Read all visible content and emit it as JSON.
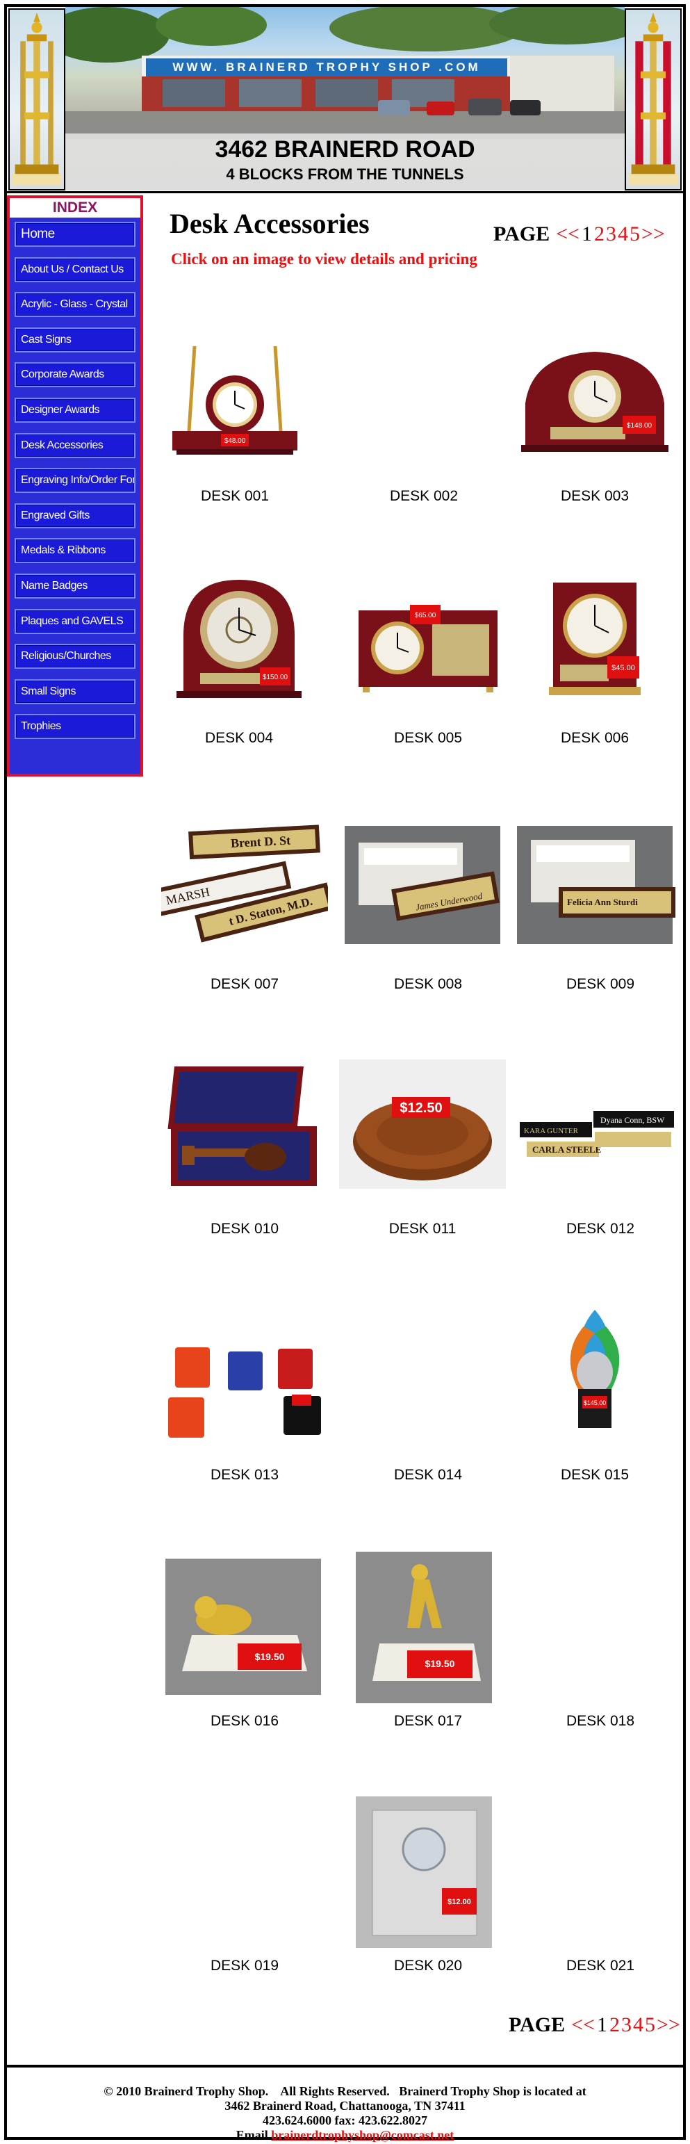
{
  "header": {
    "shop_sign": "WWW. BRAINERD TROPHY SHOP .COM",
    "address_line1": "3462 BRAINERD ROAD",
    "address_line2": "4 BLOCKS FROM THE TUNNELS"
  },
  "sidebar": {
    "title": "INDEX",
    "items": [
      {
        "label": "Home"
      },
      {
        "label": "About Us / Contact Us"
      },
      {
        "label": "Acrylic - Glass - Crystal"
      },
      {
        "label": "Cast Signs"
      },
      {
        "label": "Corporate Awards"
      },
      {
        "label": "Designer Awards"
      },
      {
        "label": "Desk Accessories"
      },
      {
        "label": "Engraving Info/Order Form"
      },
      {
        "label": "Engraved Gifts"
      },
      {
        "label": "Medals & Ribbons"
      },
      {
        "label": "Name Badges"
      },
      {
        "label": "Plaques and GAVELS"
      },
      {
        "label": "Religious/Churches"
      },
      {
        "label": "Small Signs"
      },
      {
        "label": "Trophies"
      }
    ]
  },
  "content": {
    "title": "Desk Accessories",
    "subtitle": "Click on an image to view details and pricing"
  },
  "pager": {
    "label": "PAGE",
    "prev": "<<",
    "current": "1",
    "pages": [
      "2",
      "3",
      "4",
      "5"
    ],
    "next": ">>"
  },
  "products": [
    {
      "name": "DESK 001",
      "price_tag": "$48.00"
    },
    {
      "name": "DESK 002"
    },
    {
      "name": "DESK 003",
      "price_tag": "$148.00"
    },
    {
      "name": "DESK 004",
      "price_tag": "$150.00"
    },
    {
      "name": "DESK 005",
      "price_tag": "$65.00"
    },
    {
      "name": "DESK 006",
      "price_tag": "$45.00"
    },
    {
      "name": "DESK 007",
      "plate_text_1": "Brent D. St",
      "plate_text_2": "MARSH",
      "plate_text_3": "t D. Staton, M.D."
    },
    {
      "name": "DESK 008",
      "plate_text_1": "James Underwood"
    },
    {
      "name": "DESK 009",
      "plate_text_1": "Felicia Ann Sturdi"
    },
    {
      "name": "DESK 010"
    },
    {
      "name": "DESK 011",
      "price_tag": "$12.50"
    },
    {
      "name": "DESK 012",
      "plate_text_1": "Dyana Conn, BSW",
      "plate_text_2": "KARA GUNTER",
      "plate_text_3": "CARLA STEELE"
    },
    {
      "name": "DESK 013"
    },
    {
      "name": "DESK 014"
    },
    {
      "name": "DESK 015",
      "price_tag": "$145.00"
    },
    {
      "name": "DESK 016",
      "price_tag": "$19.50"
    },
    {
      "name": "DESK 017",
      "price_tag": "$19.50"
    },
    {
      "name": "DESK 018"
    },
    {
      "name": "DESK 019"
    },
    {
      "name": "DESK 020",
      "price_tag": "$12.00"
    },
    {
      "name": "DESK 021"
    }
  ],
  "footer": {
    "line1": "© 2010 Brainerd Trophy Shop.    All Rights Reserved.   Brainerd Trophy Shop is located at",
    "line2": "3462 Brainerd Road, Chattanooga, TN 37411",
    "line3": "423.624.6000  fax: 423.622.8027",
    "email_label": "Email ",
    "email": "brainerdtrophyshop@comcast.net"
  },
  "colors": {
    "accent_red": "#ea1010",
    "nav_blue": "#1a1ad8",
    "sidebar_border": "#e0102a"
  }
}
